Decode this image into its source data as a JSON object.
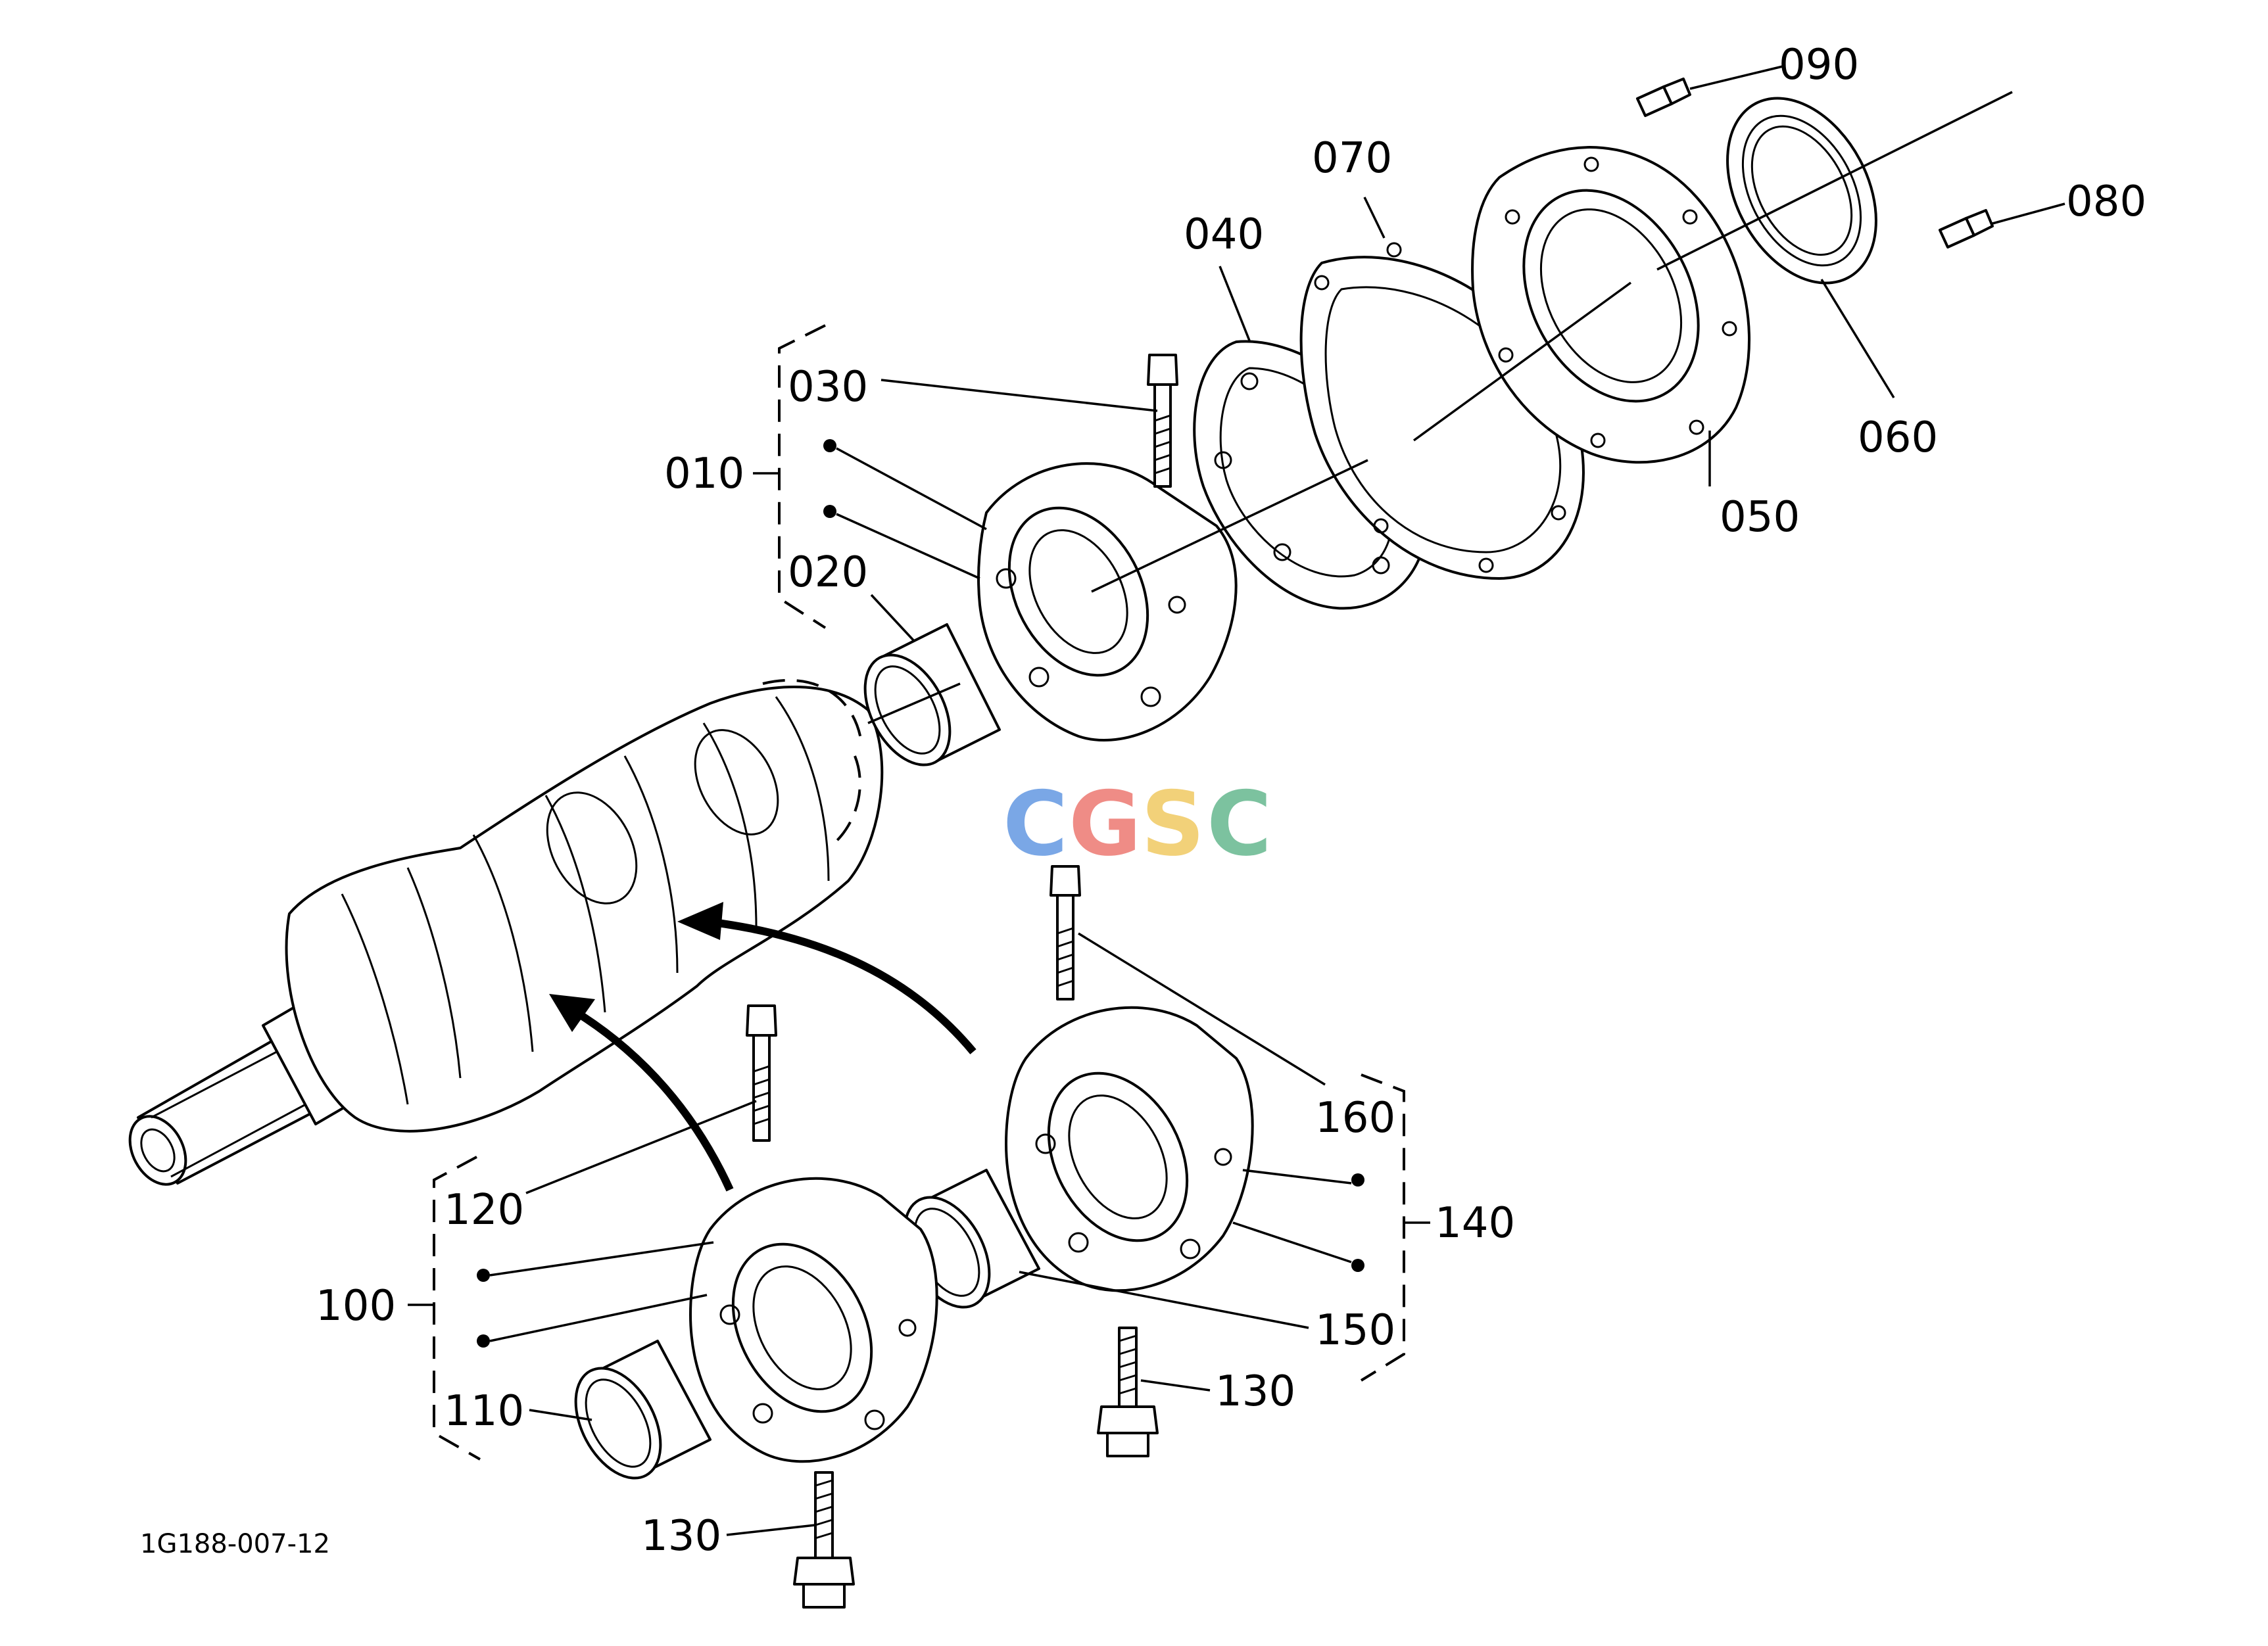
{
  "labels": {
    "p010": "010",
    "p020": "020",
    "p030": "030",
    "p040": "040",
    "p050": "050",
    "p060": "060",
    "p070": "070",
    "p080": "080",
    "p090": "090",
    "p100": "100",
    "p110": "110",
    "p120": "120",
    "p130a": "130",
    "p130b": "130",
    "p140": "140",
    "p150": "150",
    "p160": "160"
  },
  "drawing_code": "1G188-007-12",
  "watermark": {
    "letters": [
      "C",
      "G",
      "S",
      "C"
    ],
    "colors": [
      "#7aa7e6",
      "#ef8c86",
      "#f2d179",
      "#7cc29f"
    ]
  }
}
